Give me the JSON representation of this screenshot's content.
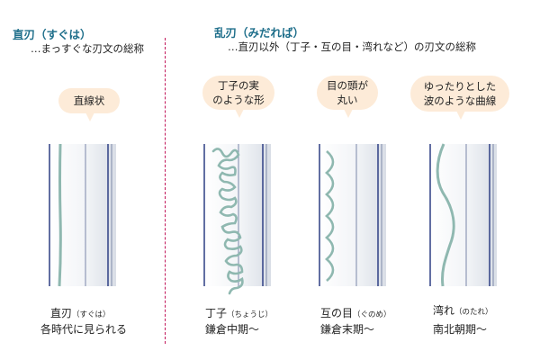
{
  "straight": {
    "heading": "直刃（すぐは）",
    "description": "…まっすぐな刃文の総称"
  },
  "irregular": {
    "heading": "乱刃（みだれば）",
    "description": "…直刃以外（丁子・互の目・湾れなど）の刃文の総称"
  },
  "patterns": [
    {
      "bubble": [
        "直線状"
      ],
      "name": "直刃",
      "reading": "（すぐは）",
      "period": "各時代に見られる"
    },
    {
      "bubble": [
        "丁子の実",
        "のような形"
      ],
      "name": "丁子",
      "reading": "（ちょうじ）",
      "period": "鎌倉中期〜"
    },
    {
      "bubble": [
        "目の頭が",
        "丸い"
      ],
      "name": "互の目",
      "reading": "（ぐのめ）",
      "period": "鎌倉末期〜"
    },
    {
      "bubble": [
        "ゆったりとした",
        "波のような曲線"
      ],
      "name": "湾れ",
      "reading": "（のたれ）",
      "period": "南北朝期〜"
    }
  ],
  "colors": {
    "heading": "#1f6f8b",
    "divider": "#c2185b",
    "bubble": "#fdebd8",
    "hamon_line": "#8fb8b0",
    "blade_stroke": "#3a4a8a"
  }
}
